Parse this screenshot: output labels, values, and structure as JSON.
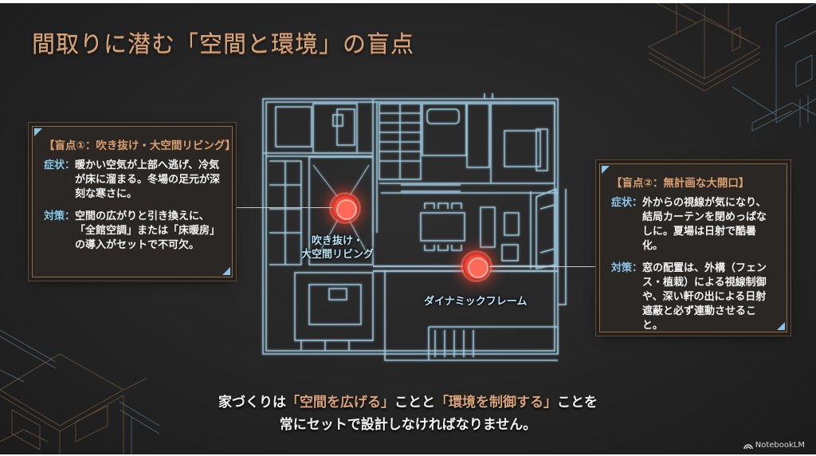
{
  "slide": {
    "title": "間取りに潜む「空間と環境」の盲点",
    "colors": {
      "background": "#262626",
      "title_gold": "#d7a57c",
      "label_blue": "#8cc8ec",
      "hotspot_red": "#f04a3a",
      "blueprint_line": "#a8d8f0"
    }
  },
  "card_left": {
    "title": "【盲点①：吹き抜け・大空間リビング】",
    "symptom_label": "症状：",
    "symptom_text": "暖かい空気が上部へ逃げ、冷気が床に溜まる。冬場の足元が深刻な寒さに。",
    "measure_label": "対策：",
    "measure_text": "空間の広がりと引き換えに、「全館空調」または「床暖房」の導入がセットで不可欠。"
  },
  "card_right": {
    "title": "【盲点②：無計画な大開口】",
    "symptom_label": "症状：",
    "symptom_text": "外からの視線が気になり、結局カーテンを閉めっぱなしに。夏場は日射で酷暑化。",
    "measure_label": "対策：",
    "measure_text": "窓の配置は、外構（フェンス・植栽）による視線制御や、深い軒の出による日射遮蔽と必ず連動させること。"
  },
  "floorplan": {
    "hotspot_1_label_line1": "吹き抜け・",
    "hotspot_1_label_line2": "大空間リビング",
    "hotspot_2_label": "ダイナミックフレーム"
  },
  "summary": {
    "line1_prefix": "家づくりは",
    "highlight_1": "「空間を広げる」",
    "line1_middle": "ことと",
    "highlight_2": "「環境を制御する」",
    "line1_suffix": "ことを",
    "line2": "常にセットで設計しなければなりません。"
  },
  "branding": {
    "logo_icon": "notebooklm-icon",
    "label": "NotebookLM"
  }
}
